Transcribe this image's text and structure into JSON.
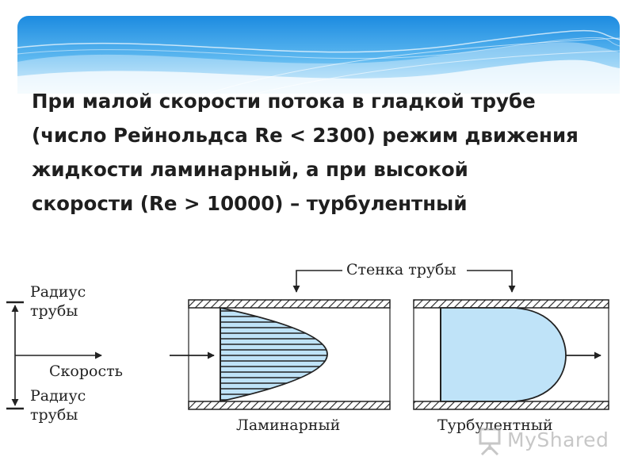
{
  "slide": {
    "title_lines": [
      "При малой скорости потока в гладкой трубе",
      "(число Рейнольдса Re < 2300) режим движения",
      "жидкости ламинарный, а при высокой",
      "скорости (Re > 10000) – турбулентный"
    ]
  },
  "diagram": {
    "wall_label": "Стенка трубы",
    "axis": {
      "radius_top": [
        "Радиус",
        "трубы"
      ],
      "radius_bottom": [
        "Радиус",
        "трубы"
      ],
      "velocity": "Скорость"
    },
    "laminar_label": "Ламинарный",
    "turbulent_label": "Турбулентный"
  },
  "colors": {
    "banner_dark": "#1c8be0",
    "banner_light": "#9fd6f7",
    "fluid": "#bfe3f8",
    "line": "#222222"
  },
  "watermark": {
    "text": "MyShared",
    "icon": "presentation-board-icon"
  }
}
